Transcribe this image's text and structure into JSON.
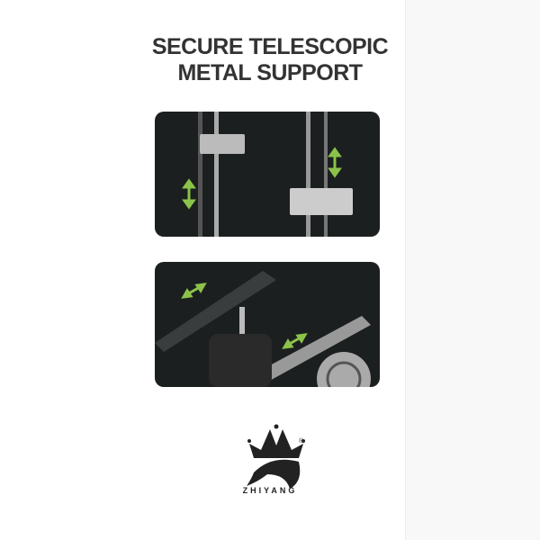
{
  "title": {
    "line1": "SECURE TELESCOPIC",
    "line2": "METAL SUPPORT"
  },
  "brand": {
    "name": "ZHIYANG",
    "reg": "®"
  },
  "colors": {
    "arrow": "#8bc34a",
    "panel": "#1c1f1f"
  }
}
